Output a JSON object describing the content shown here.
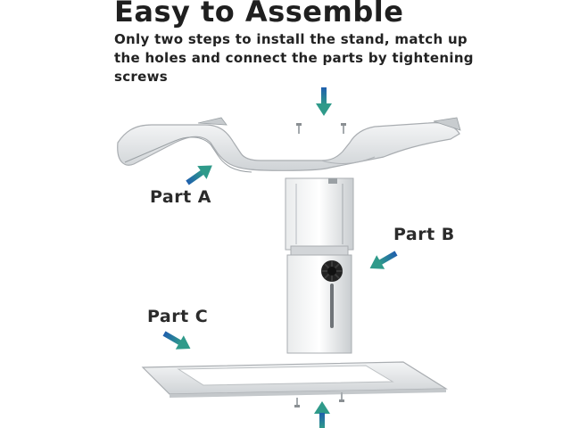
{
  "header": {
    "title": "Easy to Assemble",
    "description_lines": [
      "Only two steps to install the stand, match up",
      "the holes and connect the parts by tightening",
      "screws"
    ]
  },
  "labels": {
    "part_a": "Part A",
    "part_b": "Part B",
    "part_c": "Part C"
  },
  "colors": {
    "arrow": "#1f6fb5",
    "arrow_tip": "#2b8c8c",
    "metal": "#e4e6e8",
    "metal_dark": "#b9bdc1",
    "knob": "#222222"
  }
}
